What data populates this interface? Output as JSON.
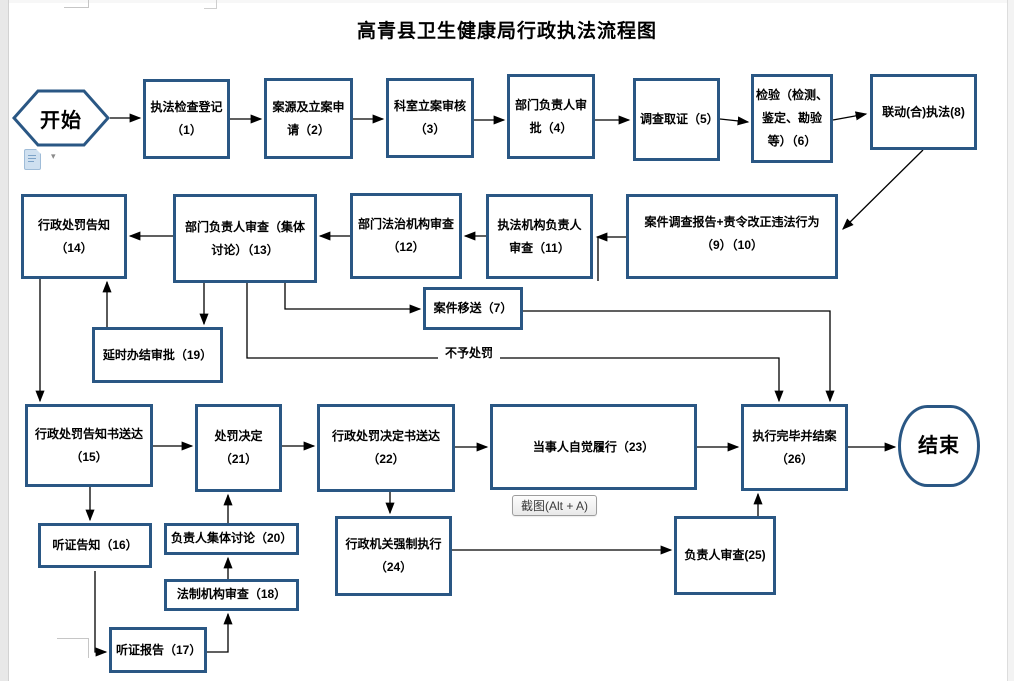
{
  "title": "高青县卫生健康局行政执法流程图",
  "colors": {
    "node_border": "#2a5784",
    "connector": "#000000",
    "tooltip_border": "#9d9d9d"
  },
  "icons": {
    "paste_options": "clipboard-paste-icon",
    "paste_dropdown_glyph": "▾"
  },
  "tooltip": {
    "label": "截图(Alt + A)"
  },
  "flowchart": {
    "start": {
      "label": "开始"
    },
    "end": {
      "label": "结束"
    },
    "edge_label_no_penalty": "不予处罚",
    "nodes": {
      "n1": {
        "label": "执法检查登记（1）"
      },
      "n2": {
        "label": "案源及立案申请（2）"
      },
      "n3": {
        "label": "科室立案审核（3）"
      },
      "n4": {
        "label": "部门负责人审批（4）"
      },
      "n5": {
        "label": "调查取证（5）"
      },
      "n6": {
        "label": "检验（检测、鉴定、勘验等）（6）"
      },
      "n8": {
        "label": "联动(合)执法(8)"
      },
      "n9_10": {
        "label": "案件调查报告+责令改正违法行为（9）（10）"
      },
      "n11": {
        "label": "执法机构负责人审查（11）"
      },
      "n12": {
        "label": "部门法治机构审查（12）"
      },
      "n13": {
        "label": "部门负责人审查（集体讨论）（13）"
      },
      "n14": {
        "label": "行政处罚告知（14）"
      },
      "n7": {
        "label": "案件移送（7）"
      },
      "n19": {
        "label": "延时办结审批（19）"
      },
      "n15": {
        "label": "行政处罚告知书送达（15）"
      },
      "n21": {
        "label": "处罚决定（21）"
      },
      "n22": {
        "label": "行政处罚决定书送达（22）"
      },
      "n23": {
        "label": "当事人自觉履行（23）"
      },
      "n26": {
        "label": "执行完毕并结案（26）"
      },
      "n16": {
        "label": "听证告知（16）"
      },
      "n20": {
        "label": "负责人集体讨论（20）"
      },
      "n18": {
        "label": "法制机构审查（18）"
      },
      "n17": {
        "label": "听证报告（17）"
      },
      "n24": {
        "label": "行政机关强制执行（24）"
      },
      "n25": {
        "label": "负责人审查(25)"
      }
    }
  }
}
